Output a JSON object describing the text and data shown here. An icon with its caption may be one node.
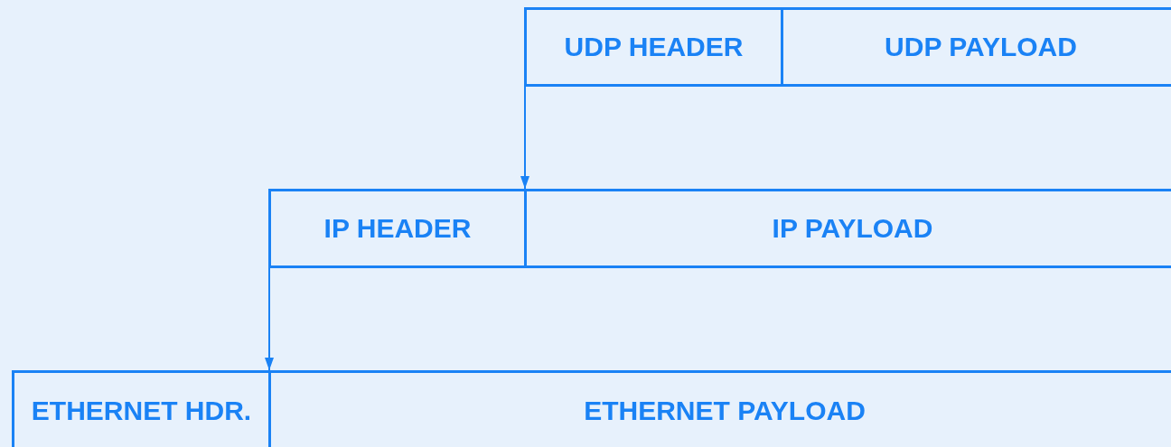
{
  "diagram": {
    "nodes": [
      {
        "text": [
          "UDP HEADER"
        ]
      },
      {
        "text": [
          "UDP PAYLOAD"
        ]
      },
      {
        "text": [
          "IP HEADER"
        ]
      },
      {
        "text": [
          "IP PAYLOAD"
        ]
      },
      {
        "text": [
          "ETHERNET HDR."
        ]
      },
      {
        "text": [
          "ETHERNET PAYLOAD"
        ]
      }
    ],
    "edges": [
      {
        "from": 0,
        "to": 3,
        "arrow": "to"
      },
      {
        "from": 2,
        "to": 5,
        "arrow": "to"
      }
    ]
  }
}
